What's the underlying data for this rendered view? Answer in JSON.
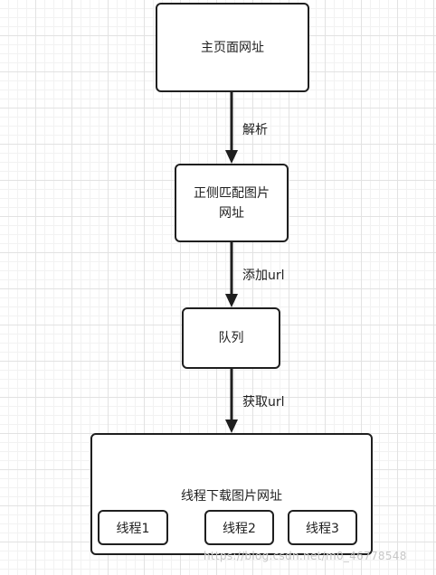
{
  "nodes": {
    "homepage": "主页面网址",
    "regex_match": "正侧匹配图片\n网址",
    "queue": "队列",
    "download": "线程下载图片网址"
  },
  "threads": [
    "线程1",
    "线程2",
    "线程3"
  ],
  "edges": {
    "parse": "解析",
    "add_url": "添加url",
    "get_url": "获取url"
  },
  "watermark": "https://blog.csdn.net/m0_46778548"
}
